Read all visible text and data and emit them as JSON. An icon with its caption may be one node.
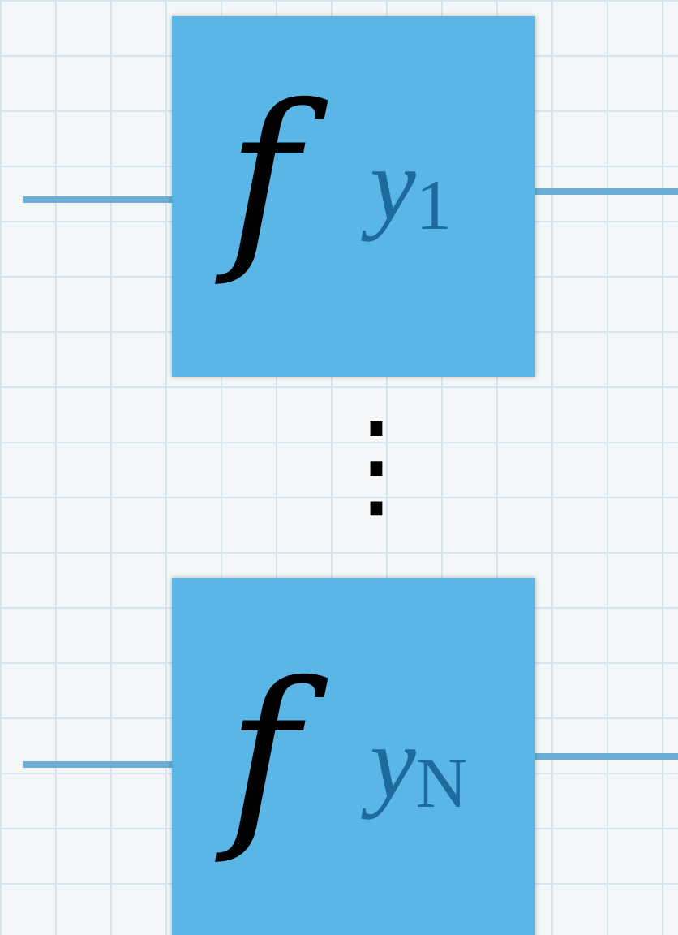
{
  "diagram": {
    "nodes": [
      {
        "text": [
          "f",
          "y$_{1}$"
        ]
      },
      {
        "text": [
          "f",
          "y$_{N}$"
        ]
      }
    ],
    "edges": [
      {
        "from": null,
        "to": 0,
        "arrow": "none"
      },
      {
        "from": 0,
        "to": null,
        "arrow": "none"
      },
      {
        "from": null,
        "to": 1,
        "arrow": "none"
      },
      {
        "from": 1,
        "to": null,
        "arrow": "none"
      }
    ],
    "labels": [
      "⋮"
    ]
  }
}
